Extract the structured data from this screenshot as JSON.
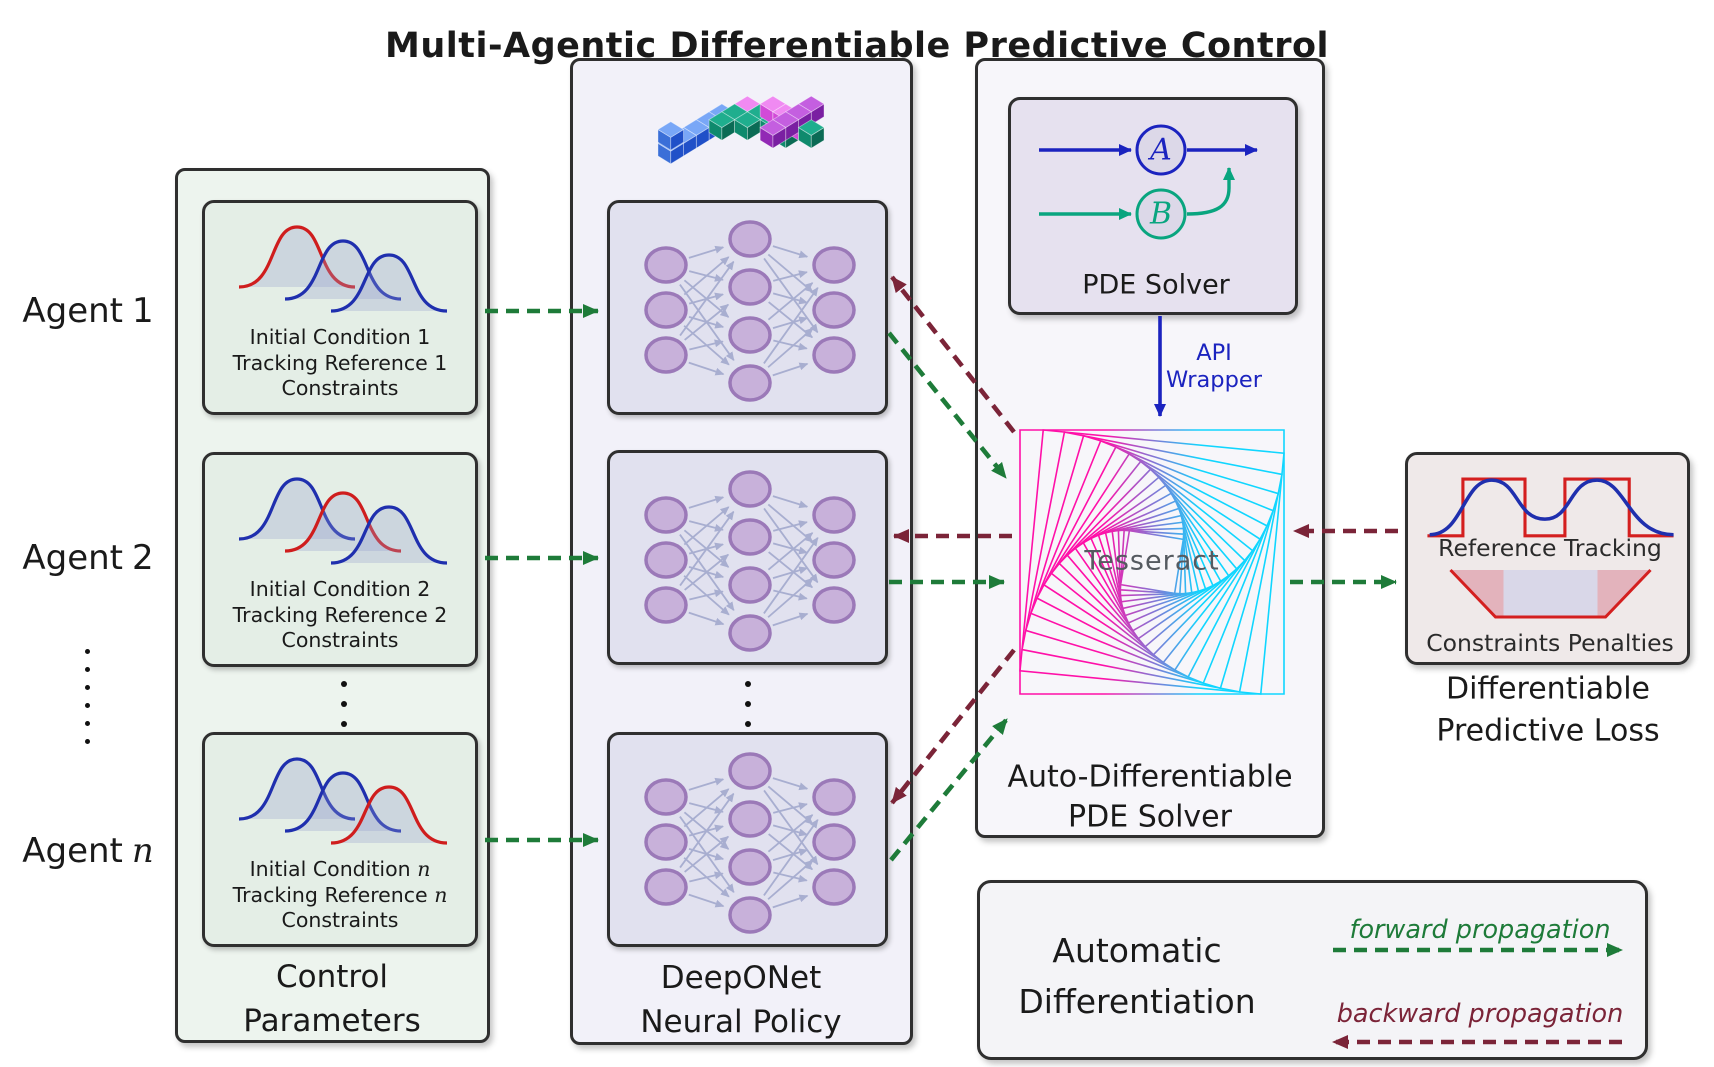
{
  "title": "Multi-Agentic Differentiable Predictive Control",
  "agents": {
    "labels": [
      {
        "prefix": "Agent",
        "suffix": "1"
      },
      {
        "prefix": "Agent",
        "suffix": "2"
      },
      {
        "prefix": "Agent",
        "suffix": "n"
      }
    ],
    "boxes": [
      {
        "line1": "Initial Condition",
        "line2": "Tracking Reference",
        "suffix": "1",
        "line3": "Constraints",
        "curve_colors": [
          "red",
          "blue",
          "blue"
        ]
      },
      {
        "line1": "Initial Condition",
        "line2": "Tracking Reference",
        "suffix": "2",
        "line3": "Constraints",
        "curve_colors": [
          "blue",
          "red",
          "blue"
        ]
      },
      {
        "line1": "Initial Condition",
        "line2": "Tracking Reference",
        "suffix": "n",
        "line3": "Constraints",
        "curve_colors": [
          "blue",
          "blue",
          "red"
        ]
      }
    ],
    "column_label1": "Control",
    "column_label2": "Parameters"
  },
  "policy": {
    "logo": "jax-logo",
    "label1": "DeepONet",
    "label2": "Neural Policy"
  },
  "solver": {
    "a": "A",
    "b": "B",
    "pde_label": "PDE Solver",
    "api1": "API",
    "api2": "Wrapper",
    "tesseract": "Tesseract",
    "label1": "Auto-Differentiable",
    "label2": "PDE Solver"
  },
  "loss": {
    "reference": "Reference Tracking",
    "constraints": "Constraints Penalties",
    "caption1": "Differentiable",
    "caption2": "Predictive Loss"
  },
  "legend": {
    "title1": "Automatic",
    "title2": "Differentiation",
    "forward": "forward propagation",
    "backward": "backward propagation"
  },
  "colors": {
    "forward_green": "#1e7b39",
    "backward_maroon": "#7b2438",
    "solver_blue": "#1b23bf",
    "solver_teal": "#09a57f",
    "node_fill": "#c8b1da",
    "node_stroke": "#9b79b8",
    "nn_edge": "#a8aed0",
    "curve_red": "#cf1d1d",
    "curve_blue": "#1f2fae",
    "tesseract_magenta": "#ff10a8",
    "tesseract_cyan": "#10d6ff"
  }
}
